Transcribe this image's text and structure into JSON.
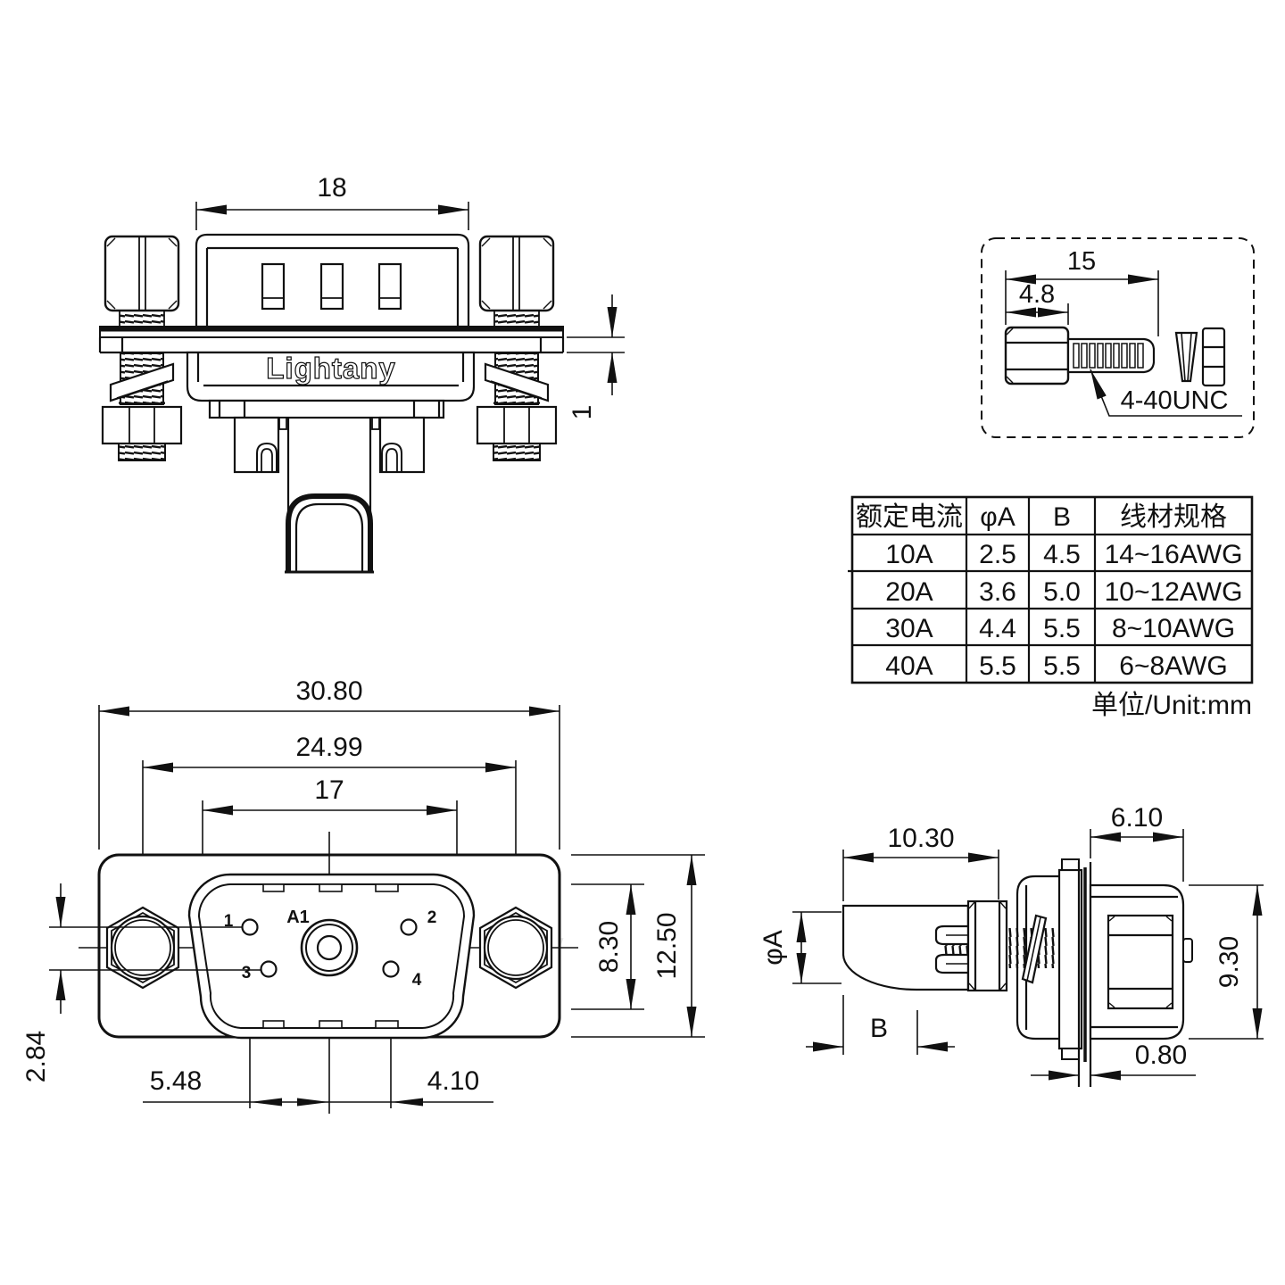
{
  "drawing": {
    "brand_logo": "Lightany",
    "watermark": "Lightany",
    "unit_note": "单位/Unit:mm"
  },
  "top_view": {
    "dim_hood_width": "18",
    "dim_panel_thickness": "1"
  },
  "screw_detail": {
    "dim_total_length": "15",
    "dim_head_length": "4.8",
    "thread_spec": "4-40UNC"
  },
  "spec_table": {
    "headers": [
      "额定电流",
      "φA",
      "B",
      "线材规格"
    ],
    "rows": [
      [
        "10A",
        "2.5",
        "4.5",
        "14~16AWG"
      ],
      [
        "20A",
        "3.6",
        "5.0",
        "10~12AWG"
      ],
      [
        "30A",
        "4.4",
        "5.5",
        "8~10AWG"
      ],
      [
        "40A",
        "5.5",
        "5.5",
        "6~8AWG"
      ]
    ]
  },
  "front_view": {
    "dim_overall_width": "30.80",
    "dim_mount_spacing": "24.99",
    "dim_shell_width": "17",
    "dim_shell_height": "8.30",
    "dim_flange_height": "12.50",
    "dim_row_offset": "2.84",
    "dim_pin1_x": "5.48",
    "dim_pin4_x": "4.10",
    "pin1": "1",
    "pin2": "2",
    "pin3": "3",
    "pin4": "4",
    "center_contact": "A1"
  },
  "side_view": {
    "dim_rear_length": "10.30",
    "dim_front_length": "6.10",
    "dim_dia": "φA",
    "dim_b": "B",
    "dim_height": "9.30",
    "dim_panel": "0.80"
  }
}
